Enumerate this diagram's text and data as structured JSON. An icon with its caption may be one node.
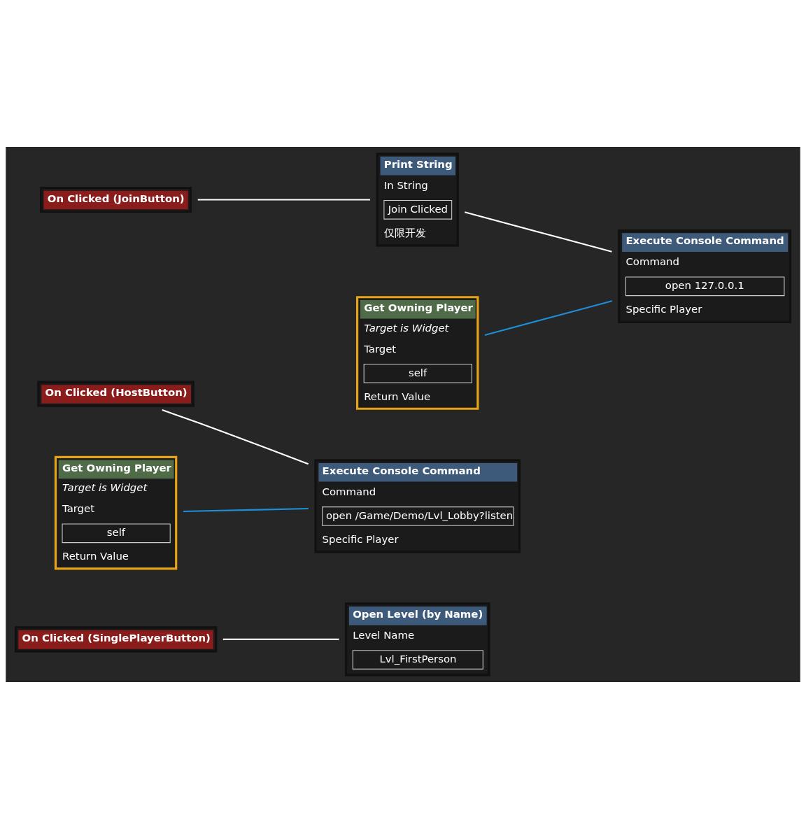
{
  "diagram": {
    "nodes": [
      {
        "text": [
          "On Clicked (SinglePlayerButton)"
        ]
      },
      {
        "text": [
          "Open Level (by Name)",
          "Level Name",
          "Lvl_FirstPerson"
        ]
      },
      {
        "text": [
          "On Clicked (HostButton)"
        ]
      },
      {
        "text": [
          "Execute Console Command",
          "Command",
          "open /Game/Demo/Lvl_Lobby?listen",
          "Specific Player"
        ]
      },
      {
        "text": [
          "Get Owning Player",
          "Target is Widget",
          "Target",
          "self",
          "Return Value"
        ]
      },
      {
        "text": [
          "On Clicked (JoinButton)"
        ]
      },
      {
        "text": [
          "Print String",
          "In String",
          "Join Clicked",
          "仅限开发"
        ]
      },
      {
        "text": [
          "Execute Console Command",
          "Command",
          "open 127.0.0.1",
          "Specific Player"
        ]
      },
      {
        "text": [
          "Get Owning Player",
          "Target is Widget",
          "Target",
          "self",
          "Return Value"
        ]
      }
    ],
    "edges": [
      {
        "from": 0,
        "to": 1,
        "arrow": "none"
      },
      {
        "from": 2,
        "to": 3,
        "arrow": "none"
      },
      {
        "from": 4,
        "to": 3,
        "arrow": "none",
        "color": "#1e8fd6"
      },
      {
        "from": 5,
        "to": 6,
        "arrow": "none"
      },
      {
        "from": 6,
        "to": 7,
        "arrow": "none"
      },
      {
        "from": 8,
        "to": 7,
        "arrow": "none",
        "color": "#1e8fd6"
      }
    ]
  }
}
